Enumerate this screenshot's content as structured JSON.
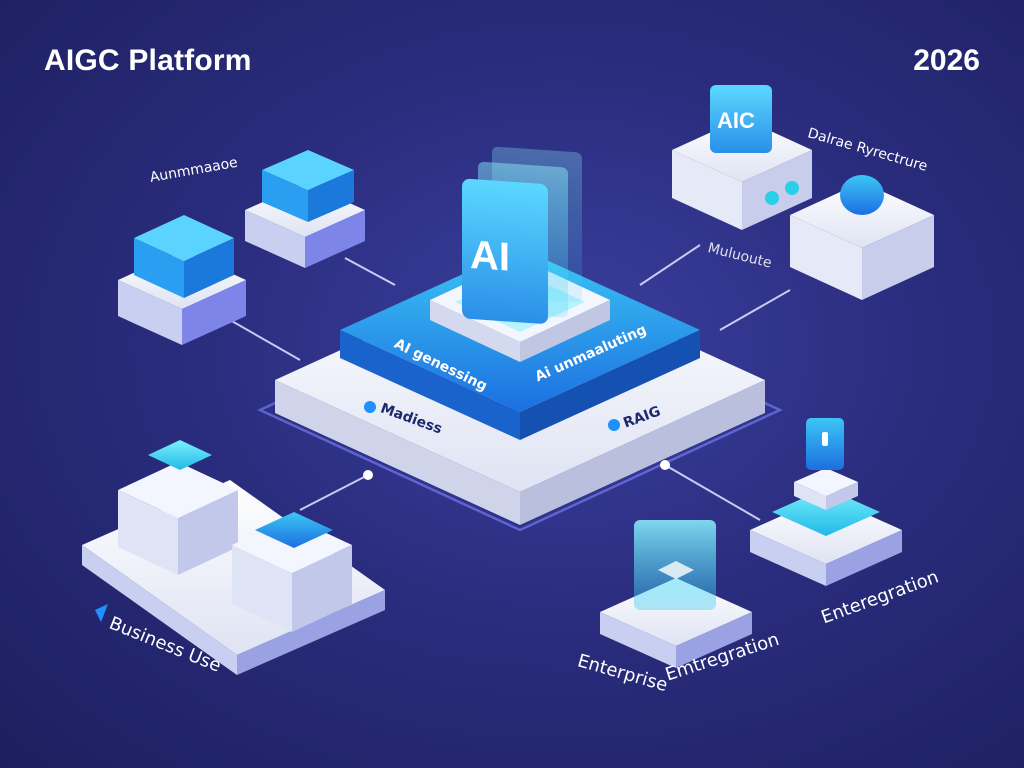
{
  "header": {
    "title": "AIGC Platform",
    "year": "2026"
  },
  "hub": {
    "screen_text": "AI",
    "label_left": "AI genessing",
    "label_right": "Ai unmaaluting",
    "tag_left": "Madiess",
    "tag_right": "RAIG"
  },
  "nodes": {
    "top_left_label": "Aunmmaaoe",
    "top_right_chip": "AIC",
    "top_right_label": "Dalrae Ryrectrure",
    "mid_right_label": "Muluoute",
    "bottom_left_label": "Business Use",
    "bottom_center_label": "Enterprise",
    "bottom_center_label2": "Emtregration",
    "bottom_right_label": "Enteregration"
  },
  "colors": {
    "bg": "#2a2d7e",
    "accent": "#1e90ff",
    "cyan": "#3fd9f0",
    "block": "#f2f4fb"
  }
}
